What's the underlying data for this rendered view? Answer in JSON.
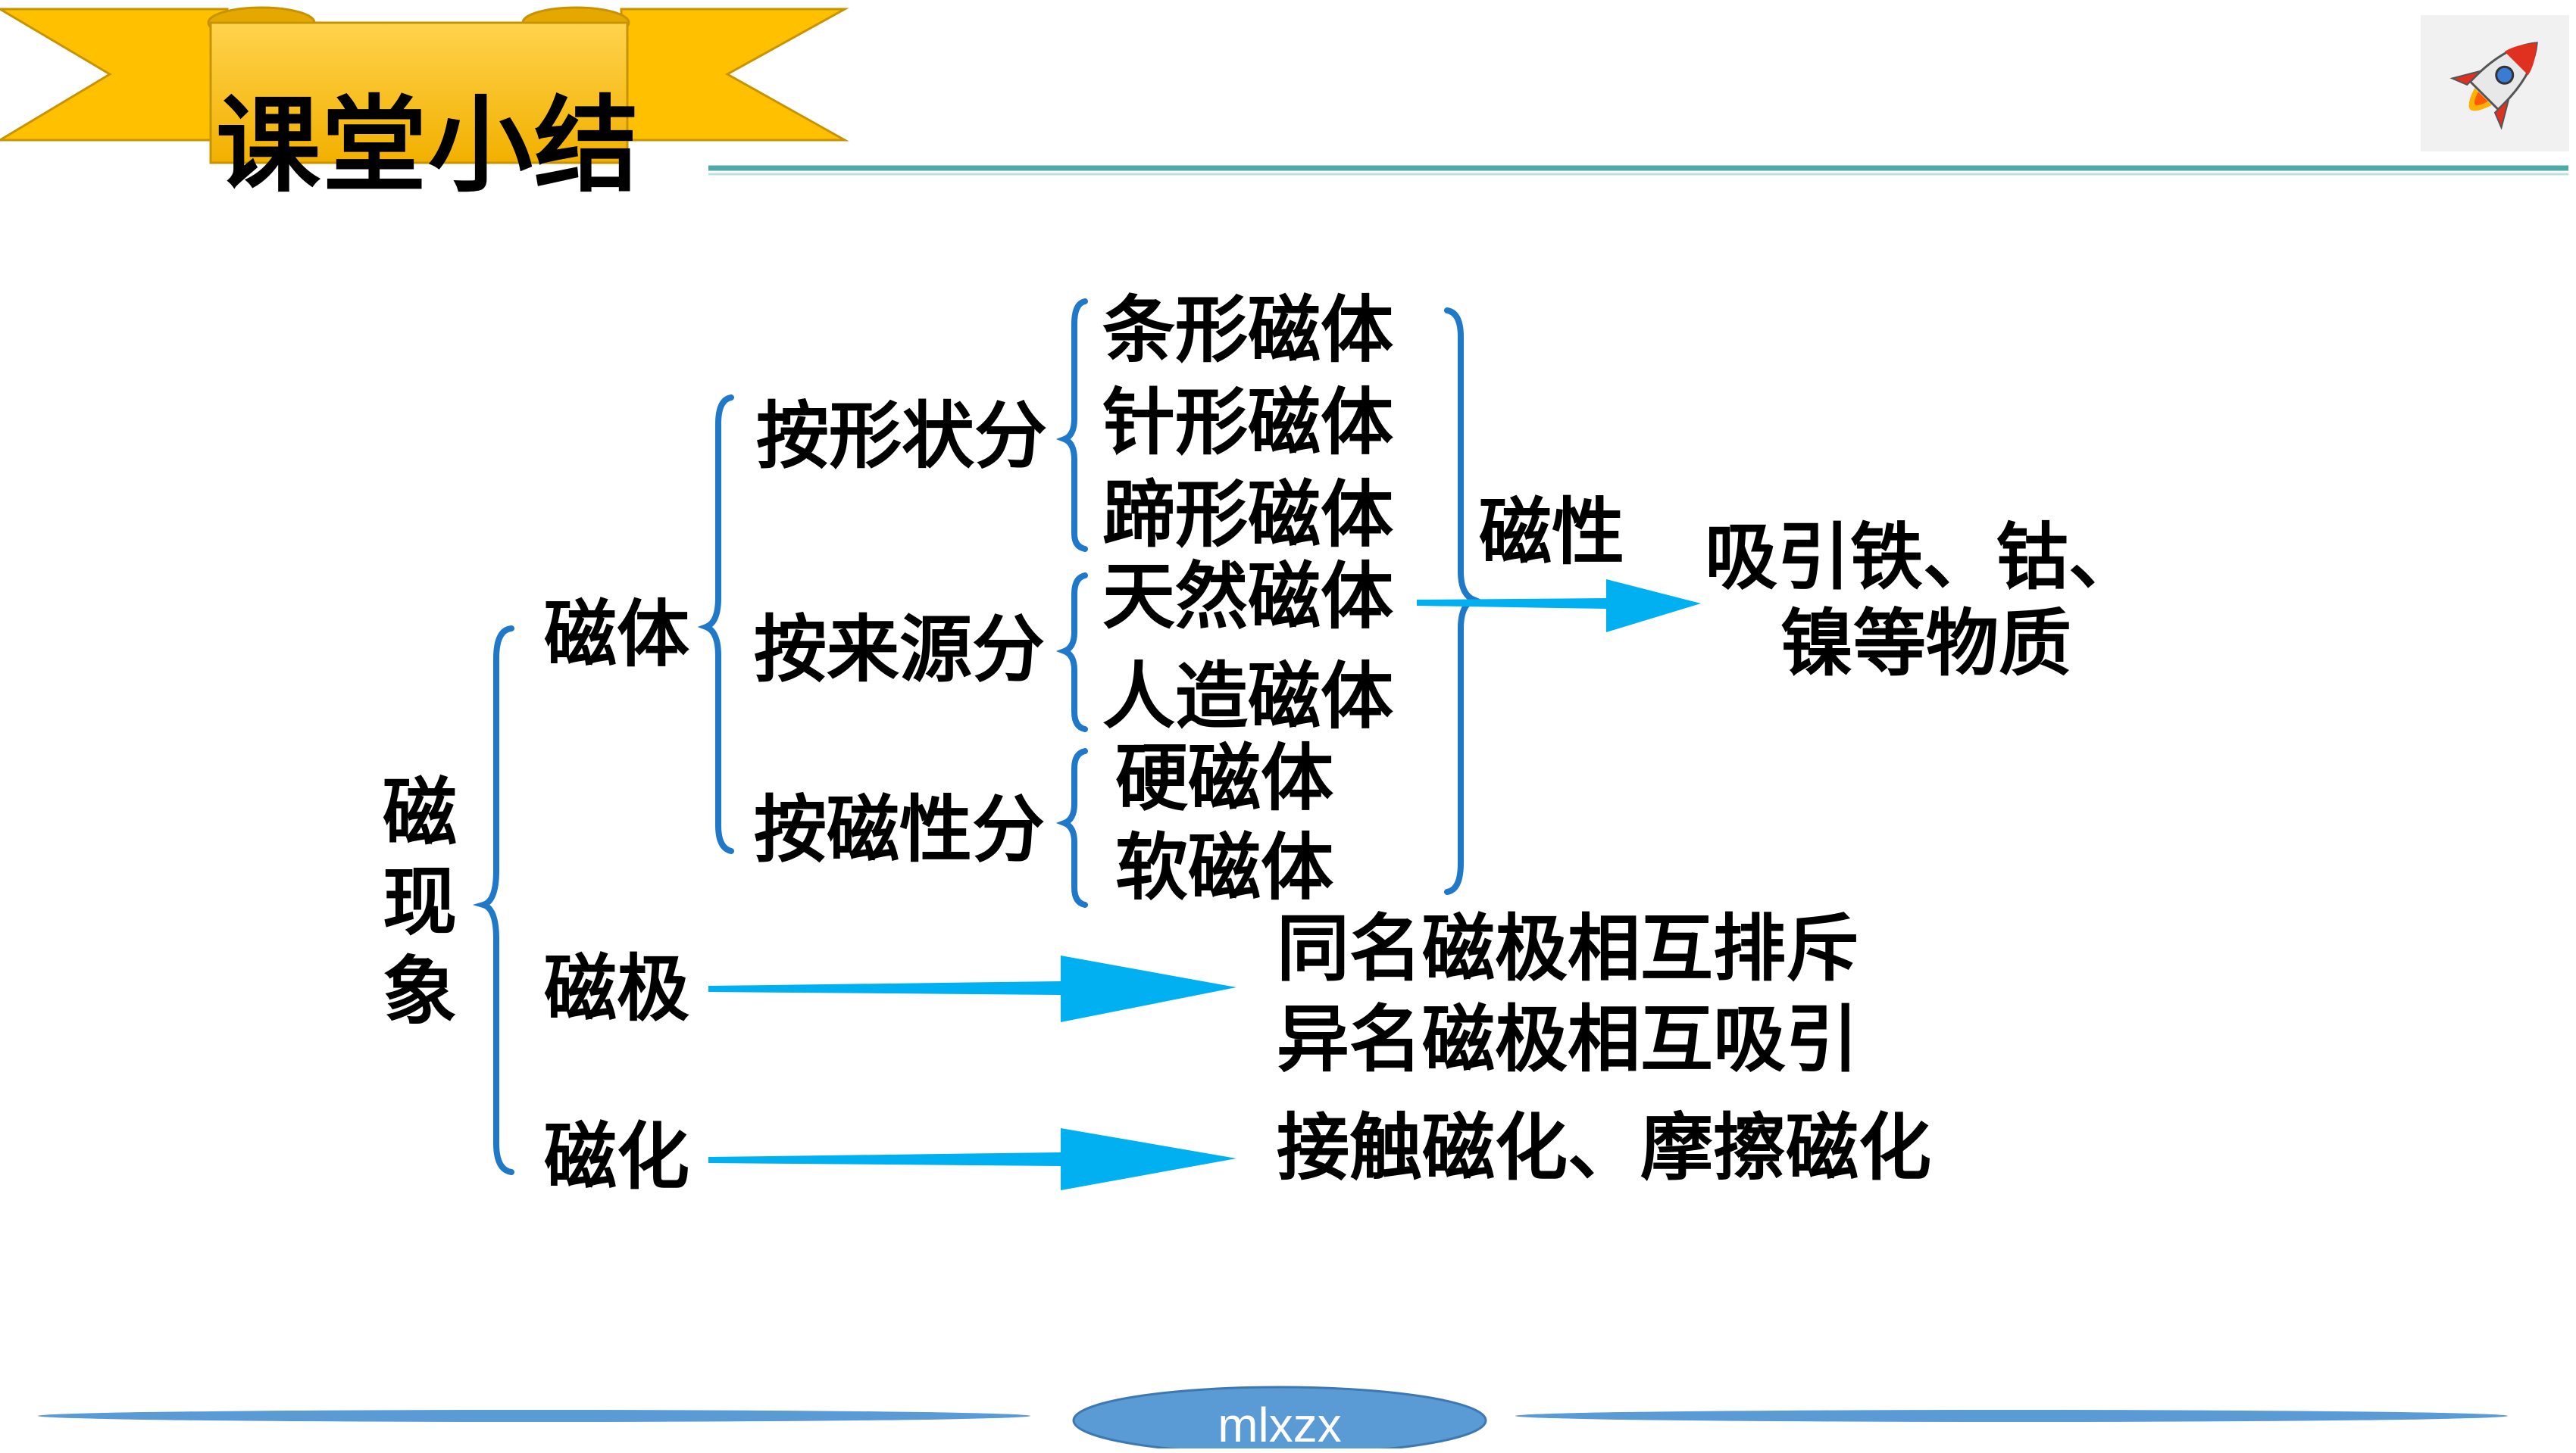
{
  "header": {
    "title": "课堂小结"
  },
  "diagram": {
    "root": "磁现象",
    "branches": [
      {
        "label": "磁体"
      },
      {
        "label": "磁极"
      },
      {
        "label": "磁化"
      }
    ],
    "classifications": [
      {
        "label": "按形状分",
        "items": [
          "条形磁体",
          "针形磁体",
          "蹄形磁体"
        ]
      },
      {
        "label": "按来源分",
        "items": [
          "天然磁体",
          "人造磁体"
        ]
      },
      {
        "label": "按磁性分",
        "items": [
          "硬磁体",
          "软磁体"
        ]
      }
    ],
    "property": "磁性",
    "property_result": [
      "吸引铁、钴、",
      "镍等物质"
    ],
    "pole_result": [
      "同名磁极相互排斥",
      "异名磁极相互吸引"
    ],
    "magnetization_result": "接触磁化、摩擦磁化"
  },
  "footer": {
    "label": "mlxzx"
  },
  "colors": {
    "banner": "#FFC000",
    "brace": "#1F78C8",
    "arrow": "#00B0F0",
    "header_line": "#4FA8A8",
    "footer_bar": "#5B9BD5"
  }
}
